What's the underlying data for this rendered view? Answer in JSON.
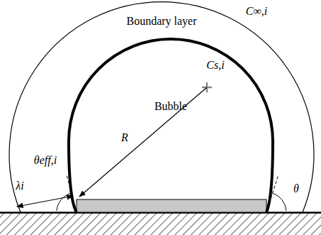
{
  "diagram": {
    "nodes": [
      {
        "text": [
          "Boundary layer"
        ]
      },
      {
        "text": [
          "Bubble"
        ],
        "in": 0
      }
    ],
    "labels": [
      "C∞,i",
      "Cs,i",
      "R",
      "θeff,i",
      "λi",
      "θ"
    ]
  }
}
